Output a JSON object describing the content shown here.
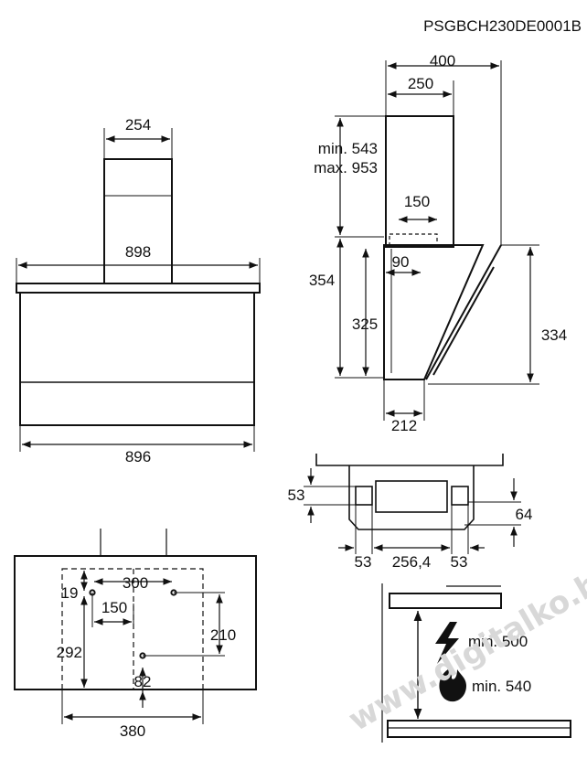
{
  "header": {
    "code": "PSGBCH230DE0001B"
  },
  "front_view": {
    "chimney_width": "254",
    "hood_top_width": "898",
    "hood_bottom_width": "896"
  },
  "side_view": {
    "total_depth": "400",
    "chimney_depth": "250",
    "chimney_min": "min. 543",
    "chimney_max": "max. 953",
    "outlet_offset": "150",
    "outlet_gap": "90",
    "hood_height_total": "354",
    "hood_height_inner": "325",
    "hood_height_front": "334",
    "bottom_depth": "212"
  },
  "bracket_view": {
    "top_offset": "53",
    "side_offset": "64",
    "left_margin": "53",
    "center_width": "256,4",
    "right_margin": "53"
  },
  "mount_view": {
    "top_offset": "19",
    "hole_spacing": "300",
    "hole_offset": "150",
    "height_left": "292",
    "height_right": "210",
    "bottom_offset": "82",
    "width": "380"
  },
  "clearance_view": {
    "electric_label": "min. 500",
    "gas_label": "min. 540"
  },
  "watermark": {
    "text": "www.digitalko.hu"
  }
}
